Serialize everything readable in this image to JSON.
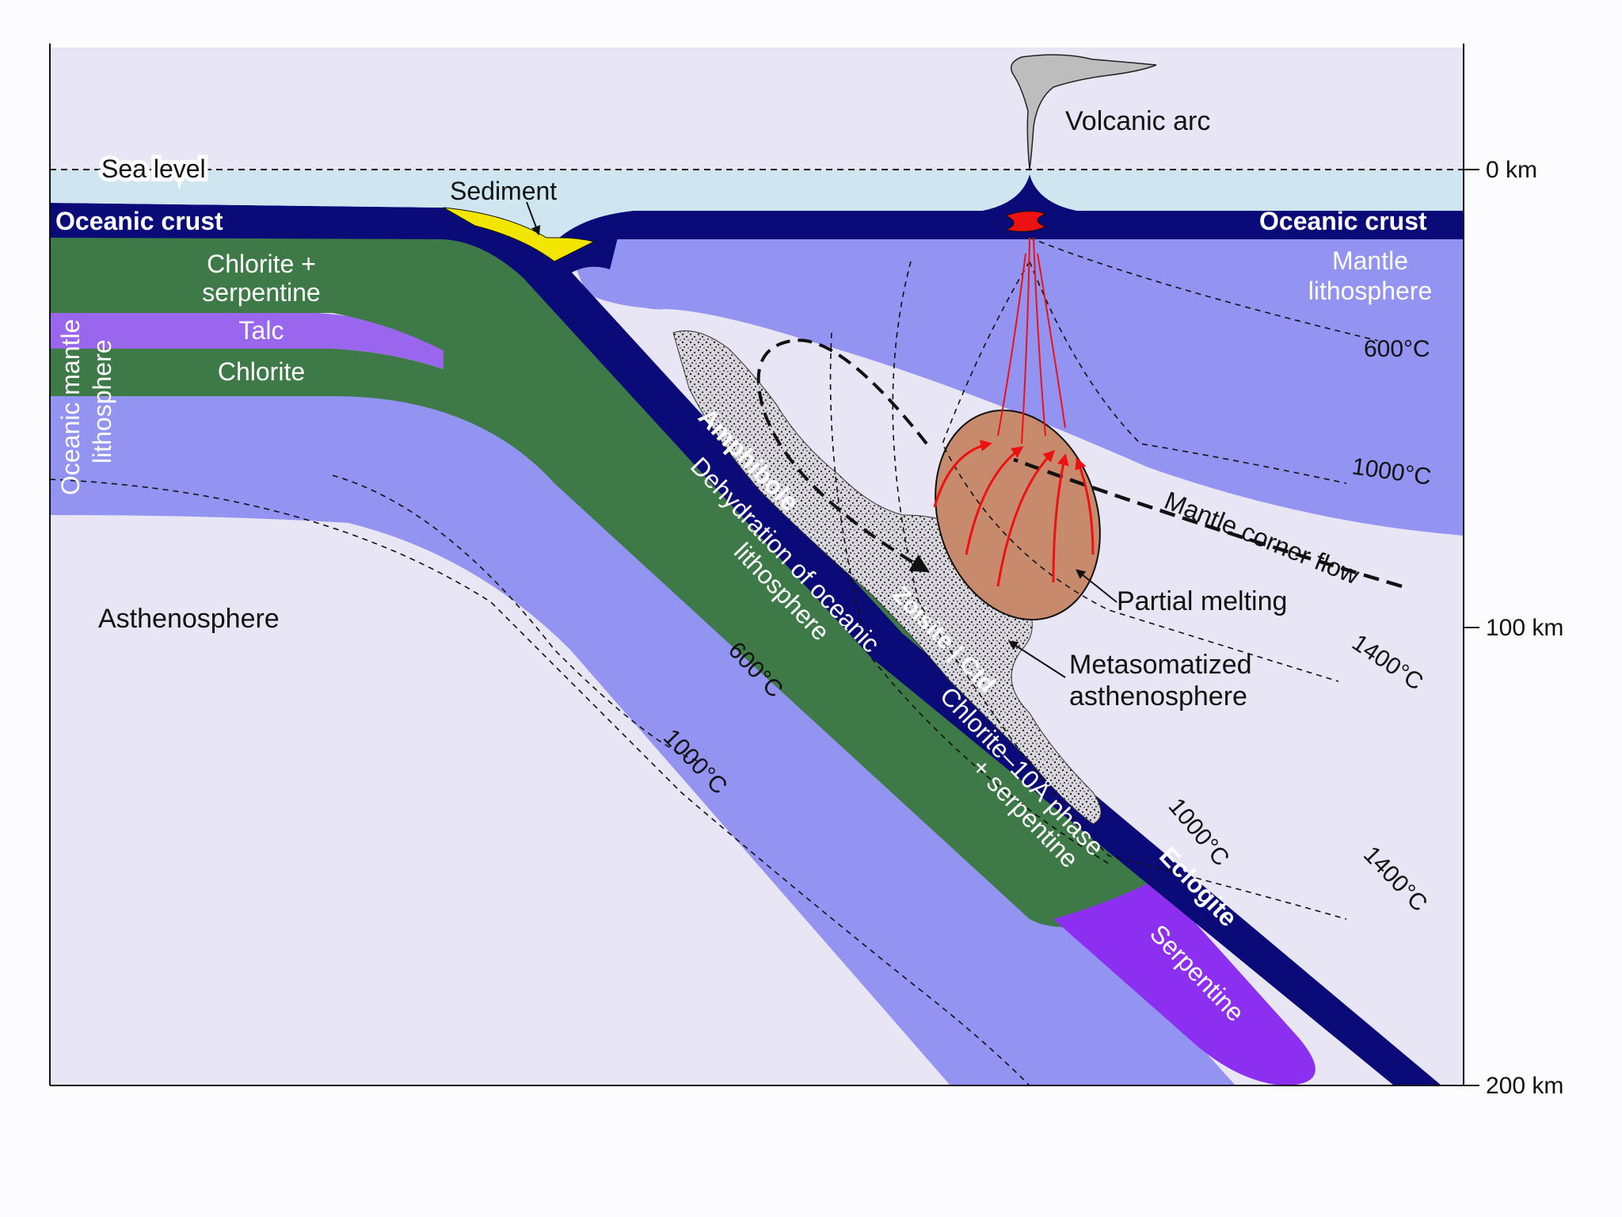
{
  "colors": {
    "background": "#fcfbfe",
    "sea": "#cfe6f0",
    "oceanic_crust": "#0a0a78",
    "chlorite_serpentine": "#3e7a48",
    "talc": "#9a66ee",
    "oceanic_lithosphere": "#9393f2",
    "asthenosphere": "#e8e5f4",
    "serpentine": "#8c2ff0",
    "partial_melt": "#c88a6c",
    "sediment": "#f2e600",
    "magma": "#ee1111"
  },
  "labels": {
    "sea_level": "Sea level",
    "sediment": "Sediment",
    "volcanic_arc": "Volcanic arc",
    "oceanic_crust_left": "Oceanic crust",
    "oceanic_crust_right": "Oceanic crust",
    "chlorite_serpentine_1": "Chlorite +",
    "chlorite_serpentine_2": "serpentine",
    "talc": "Talc",
    "chlorite": "Chlorite",
    "oceanic_mantle_1": "Oceanic mantle",
    "oceanic_mantle_2": "lithosphere",
    "mantle_lithosphere_1": "Mantle",
    "mantle_lithosphere_2": "lithosphere",
    "asthenosphere": "Asthenosphere",
    "amphibole": "Amphibole",
    "dehydration_1": "Dehydration of oceanic",
    "dehydration_2": "lithosphere",
    "zoisite": "Zoisite | Ctd",
    "chlorite_10a_1": "Chlorite–10Å phase",
    "chlorite_10a_2": "+ serpentine",
    "eclogite": "Eclogite",
    "serpentine": "Serpentine",
    "partial_melting": "Partial melting",
    "metasomatized_1": "Metasomatized",
    "metasomatized_2": "asthenosphere",
    "mantle_corner_flow": "Mantle corner flow"
  },
  "isotherms": {
    "wedge_600": "600°C",
    "wedge_1000": "1000°C",
    "wedge_1400_upper": "1400°C",
    "wedge_1400_lower": "1400°C",
    "slab_1000": "1000°C",
    "lower_600": "600°C",
    "lower_1000": "1000°C"
  },
  "depth_axis": {
    "tick_0": "0 km",
    "tick_100": "100 km",
    "tick_200": "200 km"
  }
}
